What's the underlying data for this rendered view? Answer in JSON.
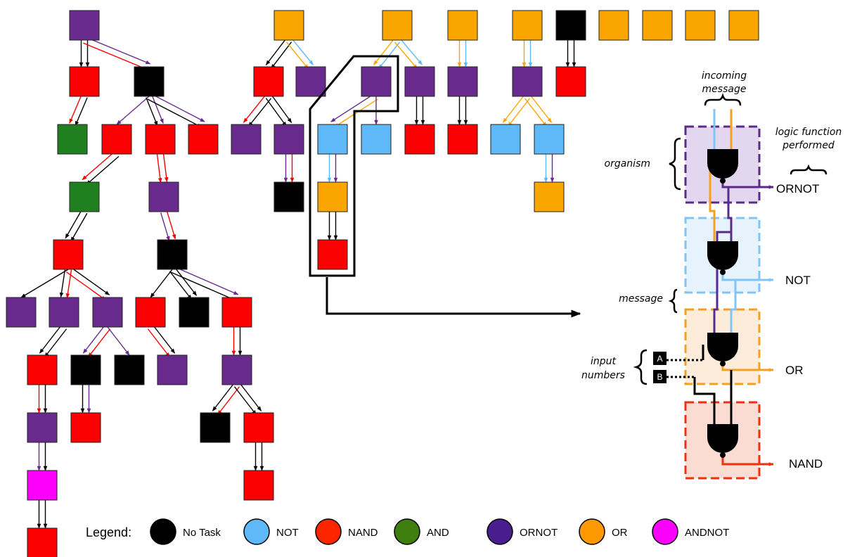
{
  "colors": {
    "no_task": "#000000",
    "not": "#5fb8f7",
    "nand": "#fb0000",
    "and": "#208020",
    "ornot": "#682a8c",
    "or": "#fba500",
    "andnot": "#fb00fb"
  },
  "legend": {
    "title": "Legend:",
    "items": [
      {
        "label": "No Task",
        "color": "#000000"
      },
      {
        "label": "NOT",
        "color": "#5fb8f7"
      },
      {
        "label": "NAND",
        "color": "#fb2600"
      },
      {
        "label": "AND",
        "color": "#3f7f0f"
      },
      {
        "label": "ORNOT",
        "color": "#4a1d8f"
      },
      {
        "label": "OR",
        "color": "#fb9900"
      },
      {
        "label": "ANDNOT",
        "color": "#fb00fb"
      }
    ]
  },
  "circuit": {
    "incoming_message": "incoming message",
    "organism": "organism",
    "message": "message",
    "input_numbers": "input numbers",
    "logic_function": "logic function performed",
    "input_a": "A",
    "input_b": "B",
    "outputs": [
      "ORNOT",
      "NOT",
      "OR",
      "NAND"
    ]
  }
}
